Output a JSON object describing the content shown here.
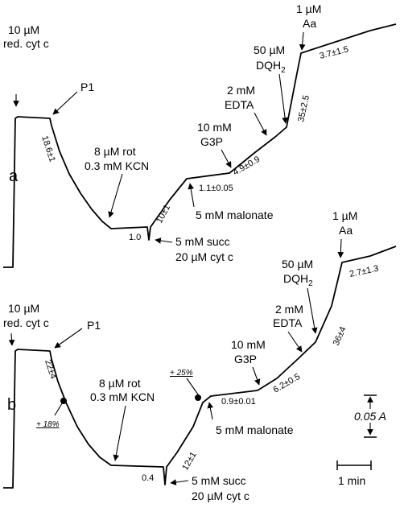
{
  "panels": {
    "a": {
      "label": "a",
      "additions": {
        "cytc": [
          "10 µM",
          "red. cyt c"
        ],
        "p1": "P1",
        "rot": [
          "8 µM rot",
          "0.3 mM KCN"
        ],
        "succ": [
          "5 mM succ",
          "20 µM cyt c"
        ],
        "malonate": "5 mM malonate",
        "g3p": [
          "10 mM",
          "G3P"
        ],
        "edta": [
          "2 mM",
          "EDTA"
        ],
        "dqh2": [
          "50 µM",
          "DQH",
          "2"
        ],
        "aa": [
          "1 µM",
          "Aa"
        ]
      },
      "rates": {
        "p1": "18.6±1",
        "rot": "1.0",
        "succ": "10±1",
        "malonate": "1.1±0.05",
        "g3p": "4.9±0.9",
        "edta": "35±2.5",
        "aa": "3.7±1.5"
      }
    },
    "b": {
      "label": "b",
      "additions": {
        "cytc": [
          "10 µM",
          "red. cyt c"
        ],
        "p1": "P1",
        "rot": [
          "8 µM rot",
          "0.3 mM KCN"
        ],
        "succ": [
          "5 mM succ",
          "20 µM cyt c"
        ],
        "malonate": "5 mM malonate",
        "g3p": [
          "10 mM",
          "G3P"
        ],
        "edta": [
          "2 mM",
          "EDTA"
        ],
        "dqh2": [
          "50 µM",
          "DQH",
          "2"
        ],
        "aa": [
          "1 µM",
          "Aa"
        ]
      },
      "rates": {
        "p1": "22±4",
        "rot": "0.4",
        "succ": "12±1",
        "malonate": "0.9±0.01",
        "g3p": "6.2±0.5",
        "edta": "36±4",
        "aa": "2.7±1.3"
      },
      "notes": {
        "p1": "+ 18%",
        "succ": "+ 25%"
      }
    }
  },
  "scale_bars": {
    "absorbance": "0.05 A",
    "time": "1 min"
  }
}
